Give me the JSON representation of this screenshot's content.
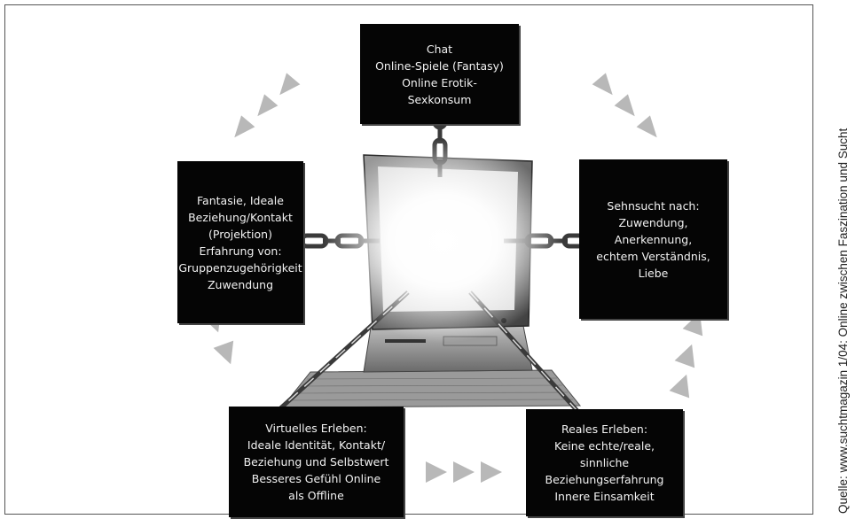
{
  "boxes": {
    "top": [
      "Chat",
      "Online-Spiele (Fantasy)",
      "Online Erotik-",
      "Sexkonsum"
    ],
    "left": [
      "Fantasie, Ideale",
      "Beziehung/Kontakt",
      "(Projektion)",
      "Erfahrung von:",
      "Gruppenzugehörigkeit",
      "Zuwendung"
    ],
    "right": [
      "Sehnsucht nach:",
      "Zuwendung,",
      "Anerkennung,",
      "echtem Verständnis,",
      "Liebe"
    ],
    "bottom_left": [
      "Virtuelles Erleben:",
      "Ideale Identität, Kontakt/",
      "Beziehung und Selbstwert",
      "Besseres Gefühl Online",
      "als Offline"
    ],
    "bottom_right": [
      "Reales Erleben:",
      "Keine echte/reale,",
      "sinnliche",
      "Beziehungserfahrung",
      "Innere Einsamkeit"
    ]
  },
  "source": "Quelle: www.suchtmagazin 1/04: Online zwischen Faszination und Sucht",
  "colors": {
    "box_fill": "#050505",
    "box_text": "#f2f2f2",
    "arrow": "#b8b8b8",
    "chain": "#3a3a3a",
    "glow": "#ffffff"
  }
}
